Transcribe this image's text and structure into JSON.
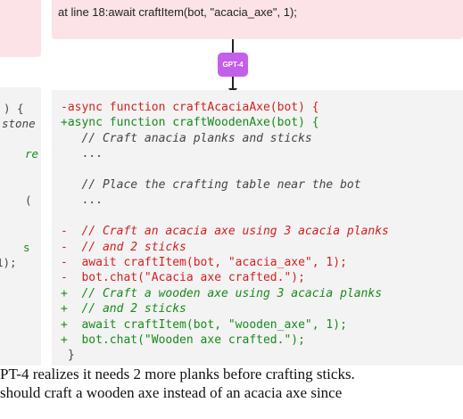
{
  "error_box": {
    "text": "at line 18:await craftItem(bot, \"acacia_axe\", 1);"
  },
  "left_fragments": {
    "code": [
      ") {",
      "stone",
      "re",
      "(",
      "s",
      " 1);"
    ]
  },
  "model_badge": "GPT-4",
  "diff": {
    "lines": [
      {
        "prefix": "-",
        "text": "async function craftAcaciaAxe(bot) {",
        "kind": "del"
      },
      {
        "prefix": "+",
        "text": "async function craftWoodenAxe(bot) {",
        "kind": "add"
      },
      {
        "prefix": " ",
        "text": "  // Craft anacia planks and sticks",
        "kind": "comment"
      },
      {
        "prefix": " ",
        "text": "  ...",
        "kind": "plain"
      },
      {
        "prefix": " ",
        "text": "",
        "kind": "plain"
      },
      {
        "prefix": " ",
        "text": "  // Place the crafting table near the bot",
        "kind": "comment"
      },
      {
        "prefix": " ",
        "text": "  ...",
        "kind": "plain"
      },
      {
        "prefix": " ",
        "text": "",
        "kind": "plain"
      },
      {
        "prefix": "-",
        "text": "  // Craft an acacia axe using 3 acacia planks",
        "kind": "del-comment"
      },
      {
        "prefix": "-",
        "text": "  // and 2 sticks",
        "kind": "del-comment"
      },
      {
        "prefix": "-",
        "text": "  await craftItem(bot, \"acacia_axe\", 1);",
        "kind": "del"
      },
      {
        "prefix": "-",
        "text": "  bot.chat(\"Acacia axe crafted.\");",
        "kind": "del"
      },
      {
        "prefix": "+",
        "text": "  // Craft a wooden axe using 3 acacia planks",
        "kind": "add-comment"
      },
      {
        "prefix": "+",
        "text": "  // and 2 sticks",
        "kind": "add-comment"
      },
      {
        "prefix": "+",
        "text": "  await craftItem(bot, \"wooden_axe\", 1);",
        "kind": "add"
      },
      {
        "prefix": "+",
        "text": "  bot.chat(\"Wooden axe crafted.\");",
        "kind": "add"
      },
      {
        "prefix": " ",
        "text": "}",
        "kind": "plain"
      }
    ]
  },
  "caption": {
    "line1": "PT-4 realizes it needs 2 more planks before crafting sticks.",
    "line2": "should craft a wooden axe instead of an acacia axe since"
  }
}
